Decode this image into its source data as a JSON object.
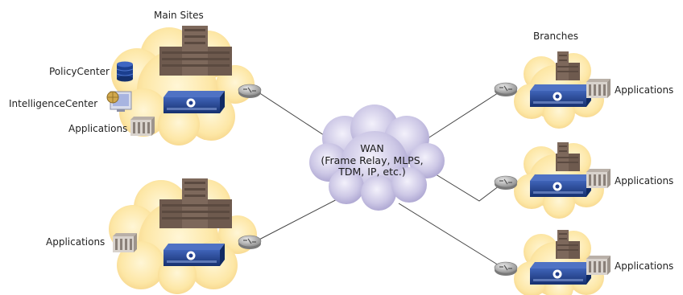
{
  "labels": {
    "main_sites": "Main Sites",
    "branches": "Branches",
    "policy_center": "PolicyCenter",
    "intelligence_center": "IntelligenceCenter",
    "applications": "Applications"
  },
  "wan": {
    "line1": "WAN",
    "line2": "(Frame Relay, MLPS,",
    "line3": "TDM, IP, etc.)"
  },
  "colors": {
    "site_cloud": "#fde7a6",
    "wan_cloud": "#c9c4e3",
    "building": "#6e5a4e",
    "appliance": "#1f3d8c",
    "router": "#9a9a9a",
    "database": "#1b3f8f",
    "link": "#444444"
  }
}
